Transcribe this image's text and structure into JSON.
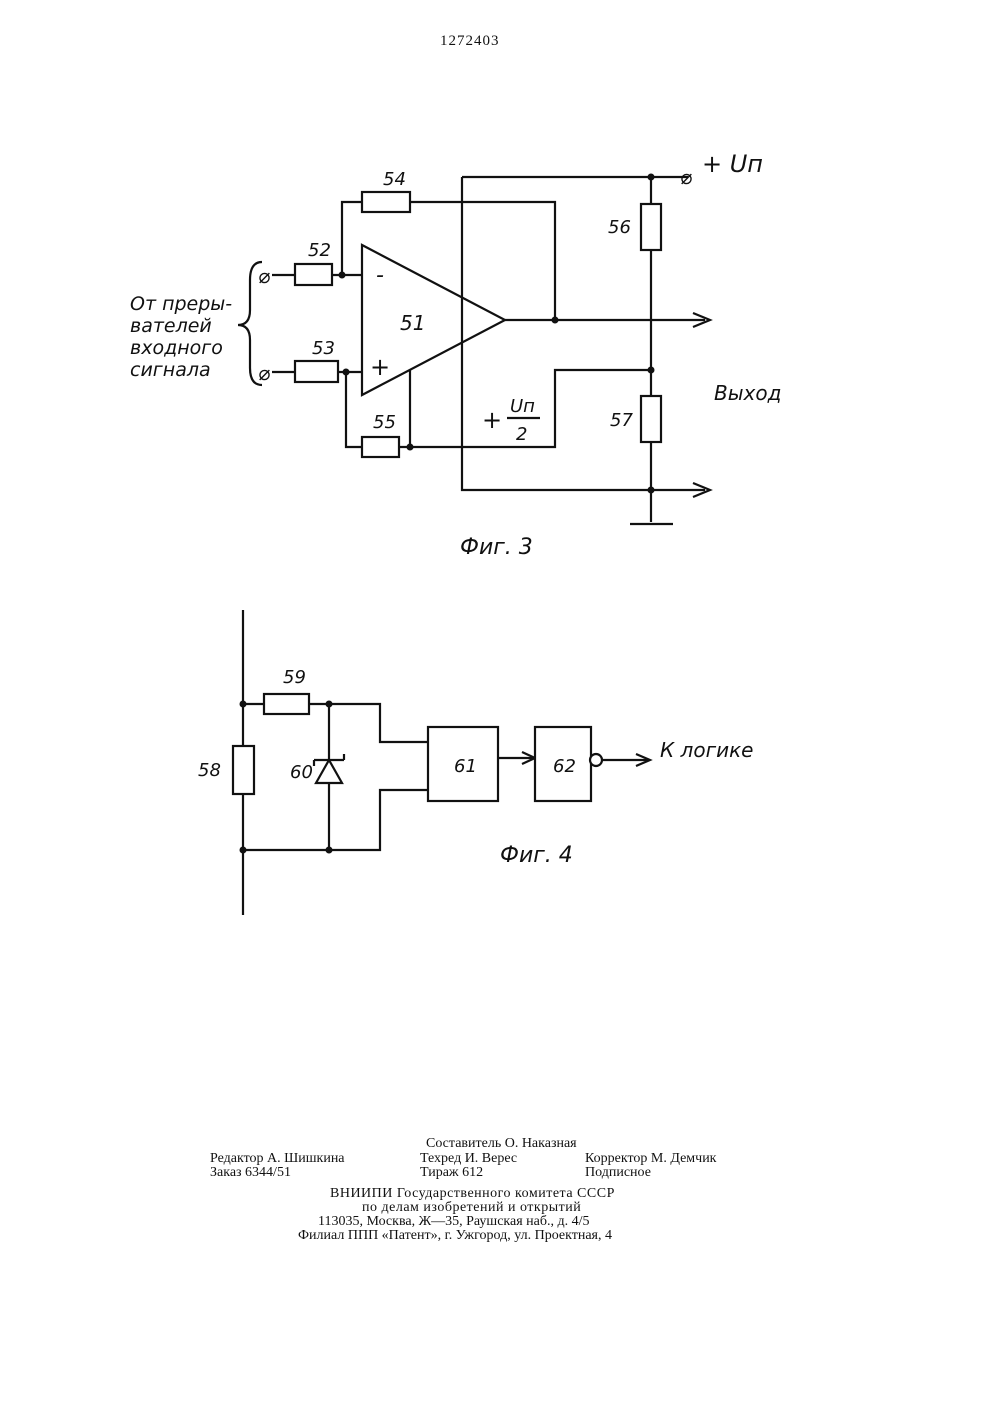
{
  "header": {
    "patent_number": "1272403"
  },
  "fig3": {
    "caption": "Фиг. 3",
    "input_label": [
      "От преры-",
      "вателей",
      "входного",
      "сигнала"
    ],
    "supply_label": "+ Uп",
    "half_supply": {
      "sign": "+",
      "numerator": "Uп",
      "denominator": "2"
    },
    "output_label": "Выход",
    "opamp": {
      "id": "51",
      "minus": "-",
      "plus": "+"
    },
    "components": {
      "r52": "52",
      "r53": "53",
      "r54": "54",
      "r55": "55",
      "r56": "56",
      "r57": "57"
    }
  },
  "fig4": {
    "caption": "Фиг. 4",
    "components": {
      "r58": "58",
      "r59": "59",
      "d60": "60",
      "b61": "61",
      "b62": "62"
    },
    "output_label": "К логике"
  },
  "imprint": {
    "compiler": "Составитель О. Наказная",
    "editor": "Редактор А. Шишкина",
    "techred": "Техред И. Верес",
    "corrector": "Корректор М. Демчик",
    "order": "Заказ 6344/51",
    "circulation": "Тираж 612",
    "subscription": "Подписное",
    "org_line1": "ВНИИПИ Государственного комитета СССР",
    "org_line2": "по делам изобретений и открытий",
    "address": "113035, Москва, Ж—35, Раушская наб., д. 4/5",
    "branch": "Филиал ППП «Патент», г. Ужгород, ул. Проектная, 4"
  }
}
